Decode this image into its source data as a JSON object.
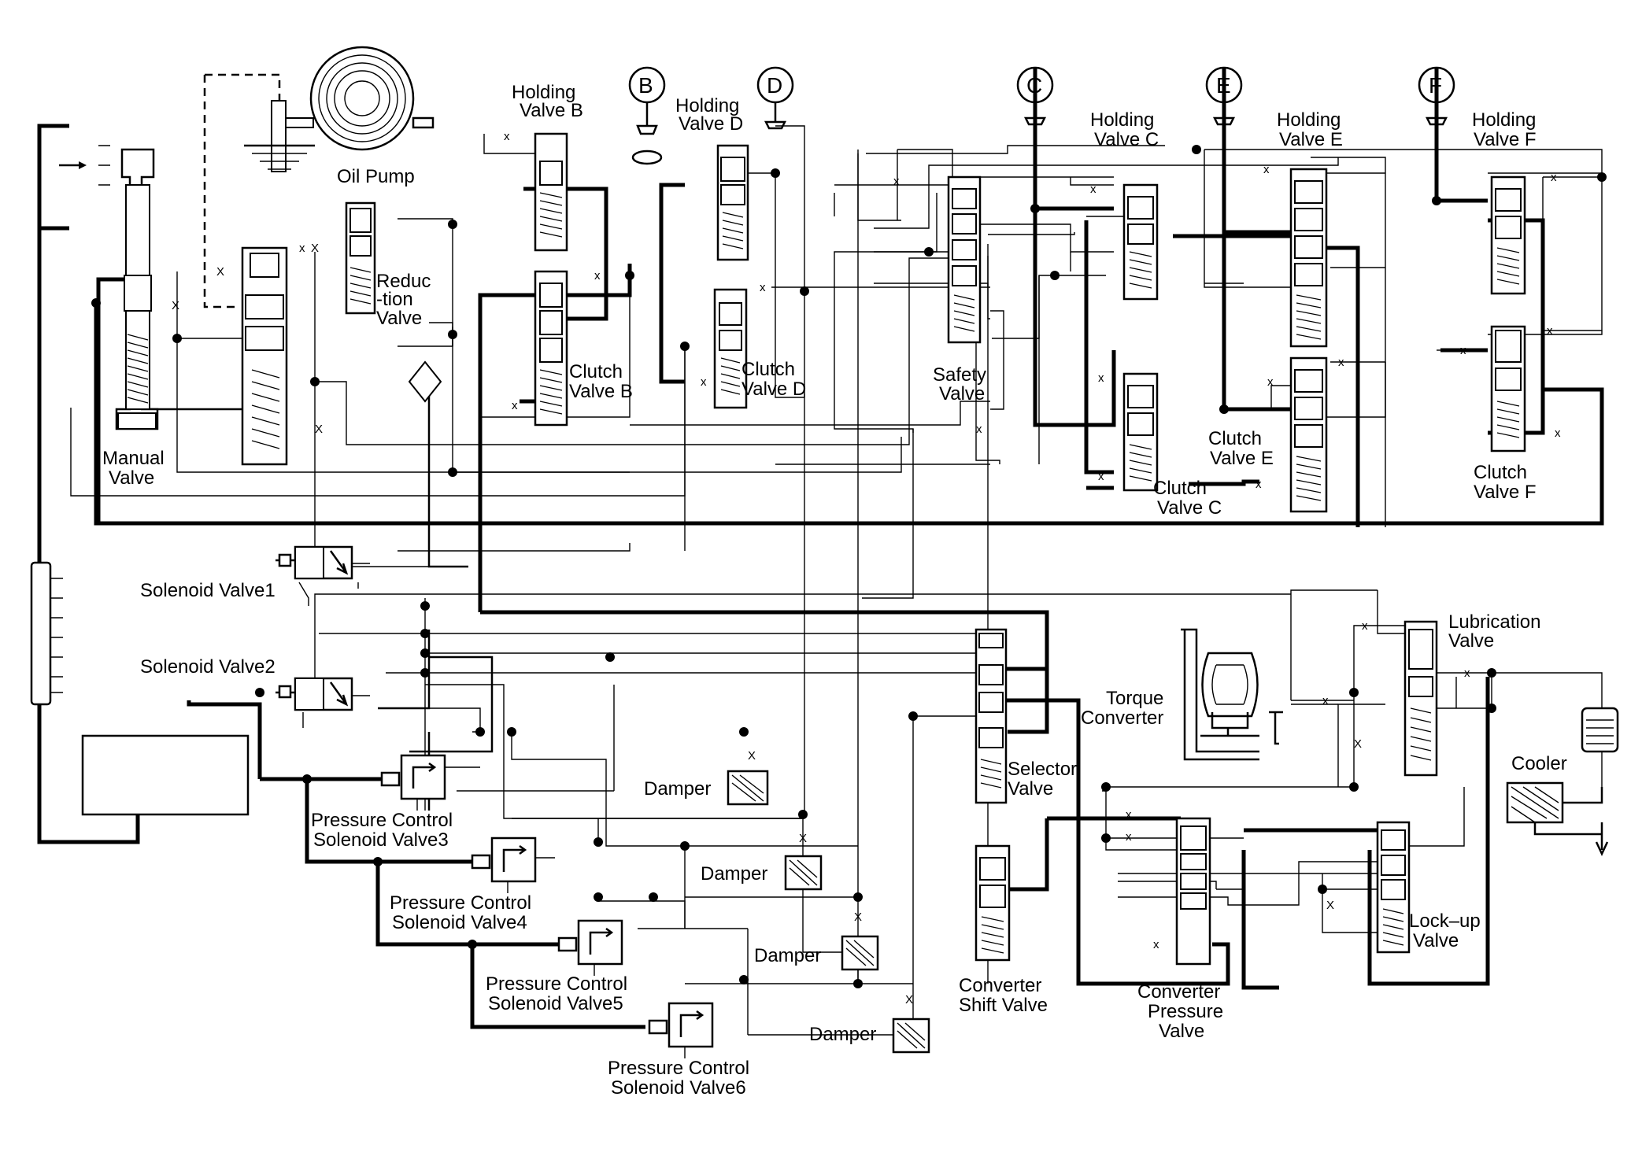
{
  "labels": {
    "manual_valve": [
      "Manual",
      "Valve"
    ],
    "oil_pump": "Oil Pump",
    "reduction_valve": [
      "Reduc",
      "-tion",
      "Valve"
    ],
    "holding_valve_b": [
      "Holding",
      "Valve B"
    ],
    "holding_valve_d": [
      "Holding",
      "Valve D"
    ],
    "holding_valve_c": [
      "Holding",
      "Valve C"
    ],
    "holding_valve_e": [
      "Holding",
      "Valve E"
    ],
    "holding_valve_f": [
      "Holding",
      "Valve F"
    ],
    "clutch_valve_b": [
      "Clutch",
      "Valve B"
    ],
    "clutch_valve_d": [
      "Clutch",
      "Valve D"
    ],
    "clutch_valve_c": [
      "Clutch",
      "Valve C"
    ],
    "clutch_valve_e": [
      "Clutch",
      "Valve E"
    ],
    "clutch_valve_f": [
      "Clutch",
      "Valve F"
    ],
    "safety_valve": [
      "Safety",
      "Valve"
    ],
    "solenoid_valve1": "Solenoid Valve1",
    "solenoid_valve2": "Solenoid Valve2",
    "pcsv3": [
      "Pressure Control",
      "Solenoid Valve3"
    ],
    "pcsv4": [
      "Pressure Control",
      "Solenoid Valve4"
    ],
    "pcsv5": [
      "Pressure Control",
      "Solenoid Valve5"
    ],
    "pcsv6": [
      "Pressure Control",
      "Solenoid Valve6"
    ],
    "damper1": "Damper",
    "damper2": "Damper",
    "damper3": "Damper",
    "damper4": "Damper",
    "selector_valve": [
      "Selector",
      "Valve"
    ],
    "torque_converter": [
      "Torque",
      "Converter"
    ],
    "lubrication_valve": [
      "Lubrication",
      "Valve"
    ],
    "cooler": "Cooler",
    "converter_shift_valve": [
      "Converter",
      "Shift Valve"
    ],
    "converter_pressure_valve": [
      "Converter",
      "Pressure",
      "Valve"
    ],
    "lockup_valve": [
      "Lock–up",
      "Valve"
    ]
  },
  "circle_tags": {
    "b": "B",
    "d": "D",
    "c": "C",
    "e": "E",
    "f": "F"
  }
}
